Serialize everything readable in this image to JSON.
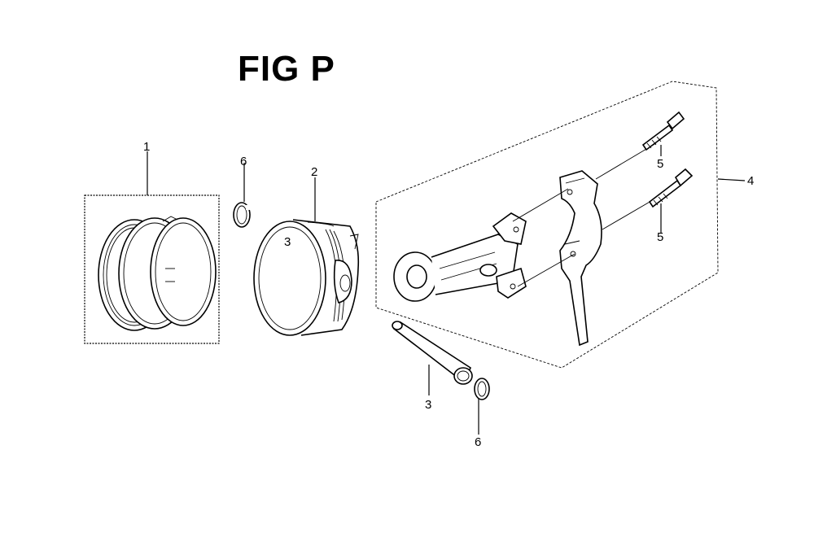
{
  "figure": {
    "title": "FIG P"
  },
  "callouts": [
    {
      "id": "piston-rings",
      "label": "1"
    },
    {
      "id": "piston",
      "label": "2"
    },
    {
      "id": "piston-pin",
      "label": "3"
    },
    {
      "id": "connecting-rod-assembly",
      "label": "4"
    },
    {
      "id": "rod-bolt-upper",
      "label": "5"
    },
    {
      "id": "rod-bolt-lower",
      "label": "5"
    },
    {
      "id": "pin-clip-upper",
      "label": "6"
    },
    {
      "id": "pin-clip-lower",
      "label": "6"
    }
  ]
}
